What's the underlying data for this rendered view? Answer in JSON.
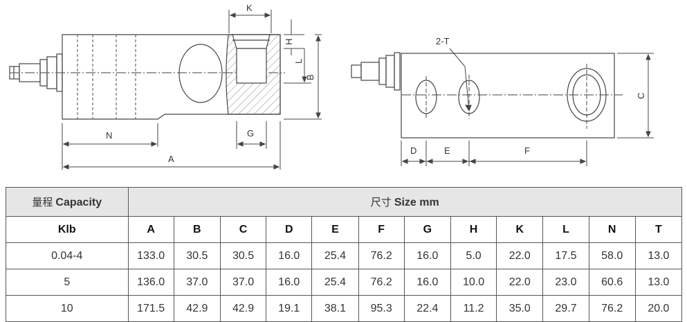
{
  "dimension_labels": {
    "K": "K",
    "H": "H",
    "L": "L",
    "B": "B",
    "N": "N",
    "G": "G",
    "A": "A",
    "T": "2-T",
    "C": "C",
    "D": "D",
    "E": "E",
    "F": "F"
  },
  "table": {
    "header_capacity_cn": "量程",
    "header_capacity_en": "Capacity",
    "header_size_cn": "尺寸",
    "header_size_en": "Size mm",
    "unit_label": "Klb",
    "columns": [
      "A",
      "B",
      "C",
      "D",
      "E",
      "F",
      "G",
      "H",
      "K",
      "L",
      "N",
      "T"
    ],
    "rows": [
      {
        "capacity": "0.04-4",
        "values": [
          "133.0",
          "30.5",
          "30.5",
          "16.0",
          "25.4",
          "76.2",
          "16.0",
          "5.0",
          "22.0",
          "17.5",
          "58.0",
          "13.0"
        ]
      },
      {
        "capacity": "5",
        "values": [
          "136.0",
          "37.0",
          "37.0",
          "16.0",
          "25.4",
          "76.2",
          "16.0",
          "10.0",
          "22.0",
          "23.0",
          "60.6",
          "13.0"
        ]
      },
      {
        "capacity": "10",
        "values": [
          "171.5",
          "42.9",
          "42.9",
          "19.1",
          "38.1",
          "95.3",
          "22.4",
          "11.2",
          "35.0",
          "29.7",
          "76.2",
          "20.0"
        ]
      }
    ]
  }
}
